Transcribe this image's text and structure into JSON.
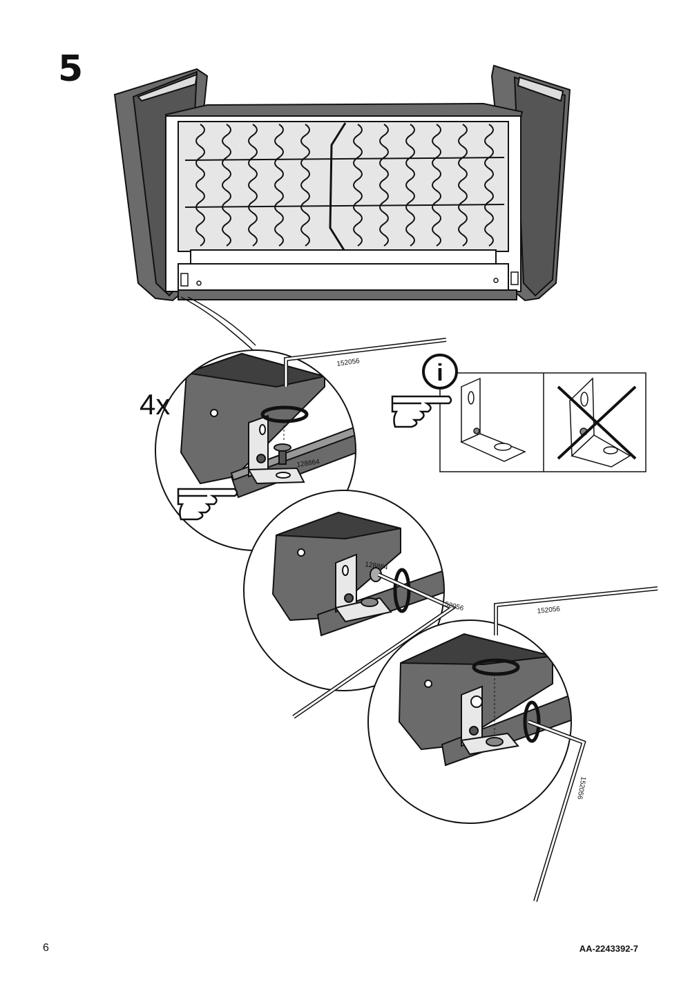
{
  "step": {
    "number": "5"
  },
  "quantity": {
    "label": "4x"
  },
  "parts": {
    "allen_key": "152056",
    "screw": "128864"
  },
  "info_icon": {
    "symbol": "i"
  },
  "footer": {
    "page_number": "6",
    "doc_code": "AA-2243392-7"
  },
  "colors": {
    "upholstery": "#6b6b6b",
    "upholstery_dark": "#4a4a4a",
    "frame": "#ffffff",
    "line": "#111111",
    "spring_panel": "#e4e4e4"
  }
}
